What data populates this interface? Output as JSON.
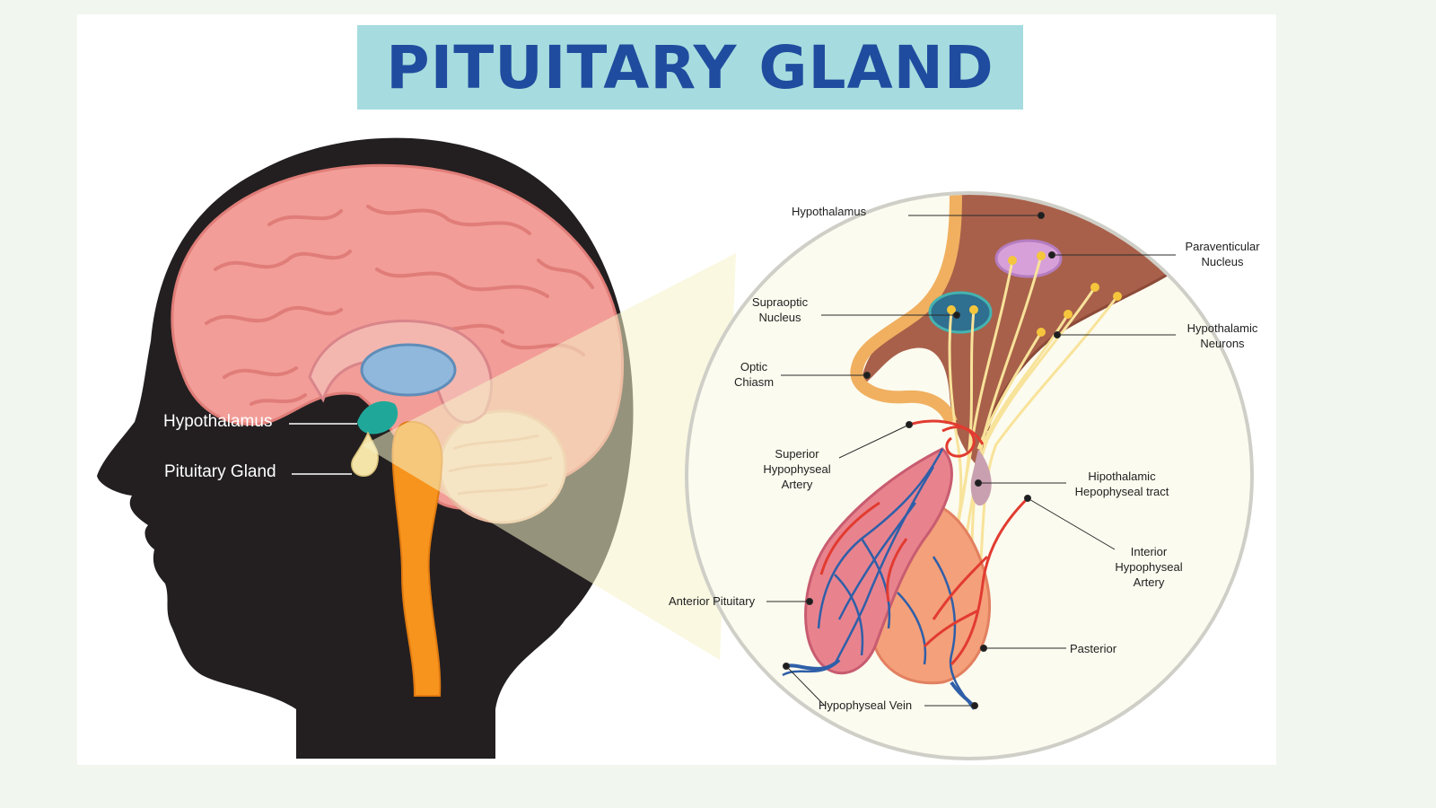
{
  "title": "PITUITARY GLAND",
  "head_labels": {
    "hypothalamus": "Hypothalamus",
    "pituitary_gland": "Pituitary Gland"
  },
  "zoom_labels": {
    "hypothalamus": "Hypothalamus",
    "paraventicular_nucleus": [
      "Paraventicular",
      "Nucleus"
    ],
    "supraoptic_nucleus": [
      "Supraoptic",
      "Nucleus"
    ],
    "hypothalamic_neurons": [
      "Hypothalamic",
      "Neurons"
    ],
    "optic_chiasm": [
      "Optic",
      "Chiasm"
    ],
    "superior_hypophyseal_artery": [
      "Superior",
      "Hypophyseal",
      "Artery"
    ],
    "hipothalamic_hepophyseal_tract": [
      "Hipothalamic",
      "Hepophyseal tract"
    ],
    "interior_hypophyseal_artery": [
      "Interior",
      "Hypophyseal",
      "Artery"
    ],
    "anterior_pituitary": "Anterior Pituitary",
    "pasterior": "Pasterior",
    "hypophyseal_vein": "Hypophyseal Vein"
  },
  "colors": {
    "background": "#f1f6ef",
    "banner": "#a6dcdf",
    "title": "#1f4c9e",
    "silhouette": "#231f20",
    "brain": "#f29d98",
    "ventricle": "#8fb8dc",
    "hypothalamus": "#1fa89a",
    "pituitary": "#f4e4a8",
    "brainstem": "#f7941d",
    "zoom_circle": "#fcfbef",
    "hypothalamus_tissue": "#a8604a",
    "optic_outline": "#f0b060",
    "artery": "#e23b30",
    "vein": "#2f5fa8",
    "nerve_fiber": "#f8e39a"
  }
}
